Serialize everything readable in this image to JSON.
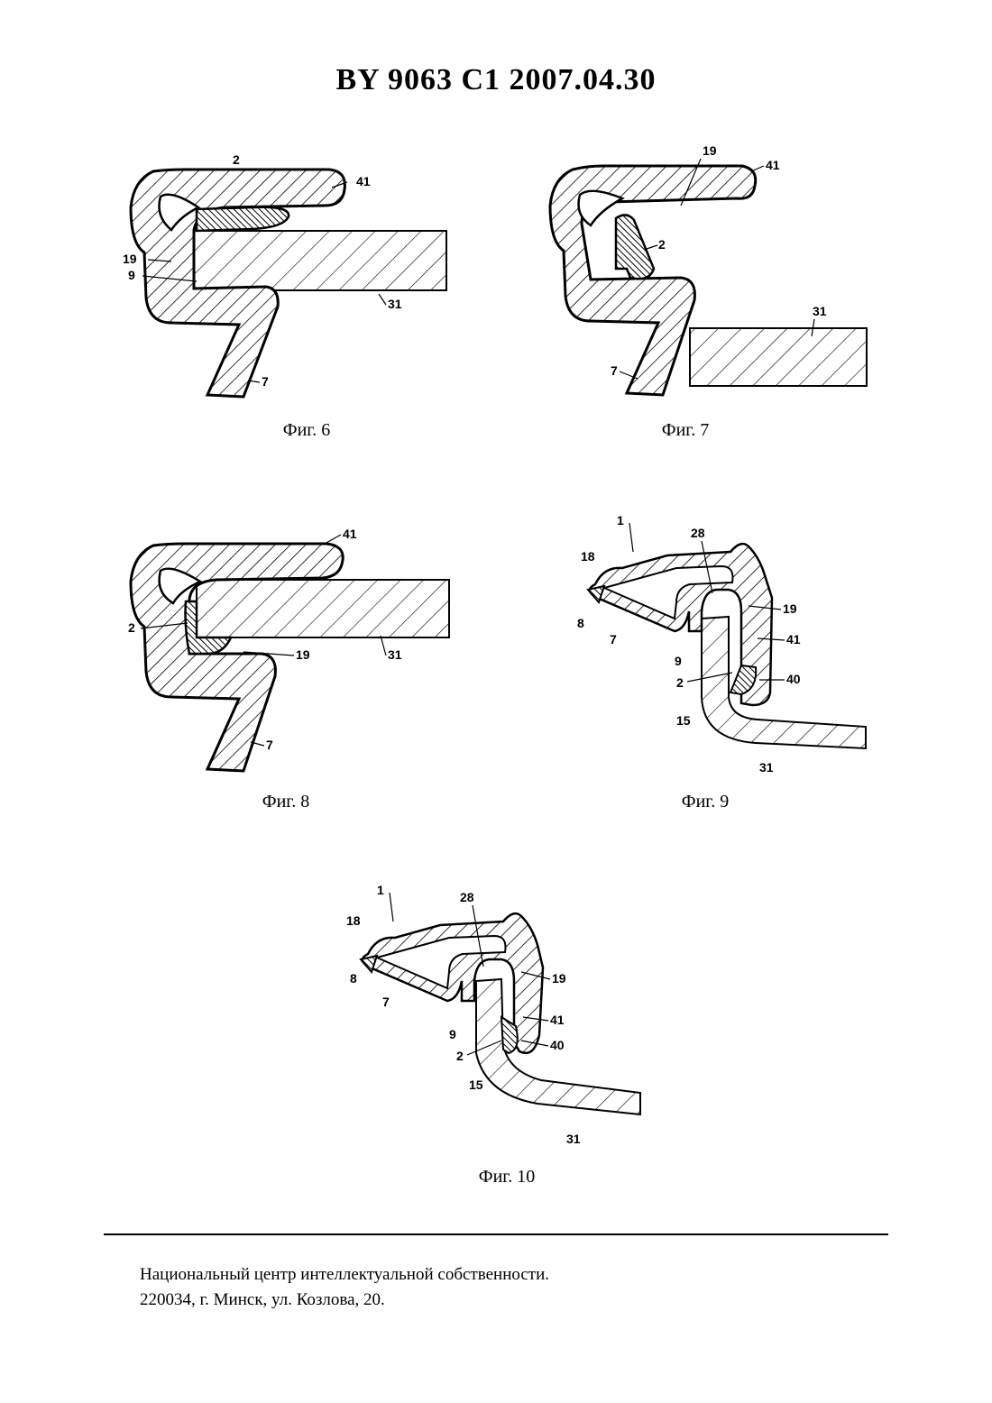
{
  "header": {
    "title": "BY 9063 C1 2007.04.30"
  },
  "figures": [
    {
      "caption": "Фиг. 6",
      "labels": {
        "l2": "2",
        "l41": "41",
        "l19": "19",
        "l9": "9",
        "l31": "31",
        "l7": "7"
      }
    },
    {
      "caption": "Фиг. 7",
      "labels": {
        "l19": "19",
        "l41": "41",
        "l2": "2",
        "l31": "31",
        "l7": "7"
      }
    },
    {
      "caption": "Фиг. 8",
      "labels": {
        "l41": "41",
        "l2": "2",
        "l19": "19",
        "l31": "31",
        "l7": "7"
      }
    },
    {
      "caption": "Фиг. 9",
      "labels": {
        "l1": "1",
        "l28": "28",
        "l18": "18",
        "l19": "19",
        "l8": "8",
        "l7": "7",
        "l41": "41",
        "l9": "9",
        "l2": "2",
        "l40": "40",
        "l15": "15",
        "l31": "31"
      }
    },
    {
      "caption": "Фиг. 10",
      "labels": {
        "l1": "1",
        "l28": "28",
        "l18": "18",
        "l19": "19",
        "l8": "8",
        "l7": "7",
        "l41": "41",
        "l9": "9",
        "l2": "2",
        "l40": "40",
        "l15": "15",
        "l31": "31"
      }
    }
  ],
  "footer": {
    "line1": "Национальный центр интеллектуальной собственности.",
    "line2": "220034, г. Минск, ул. Козлова, 20."
  }
}
